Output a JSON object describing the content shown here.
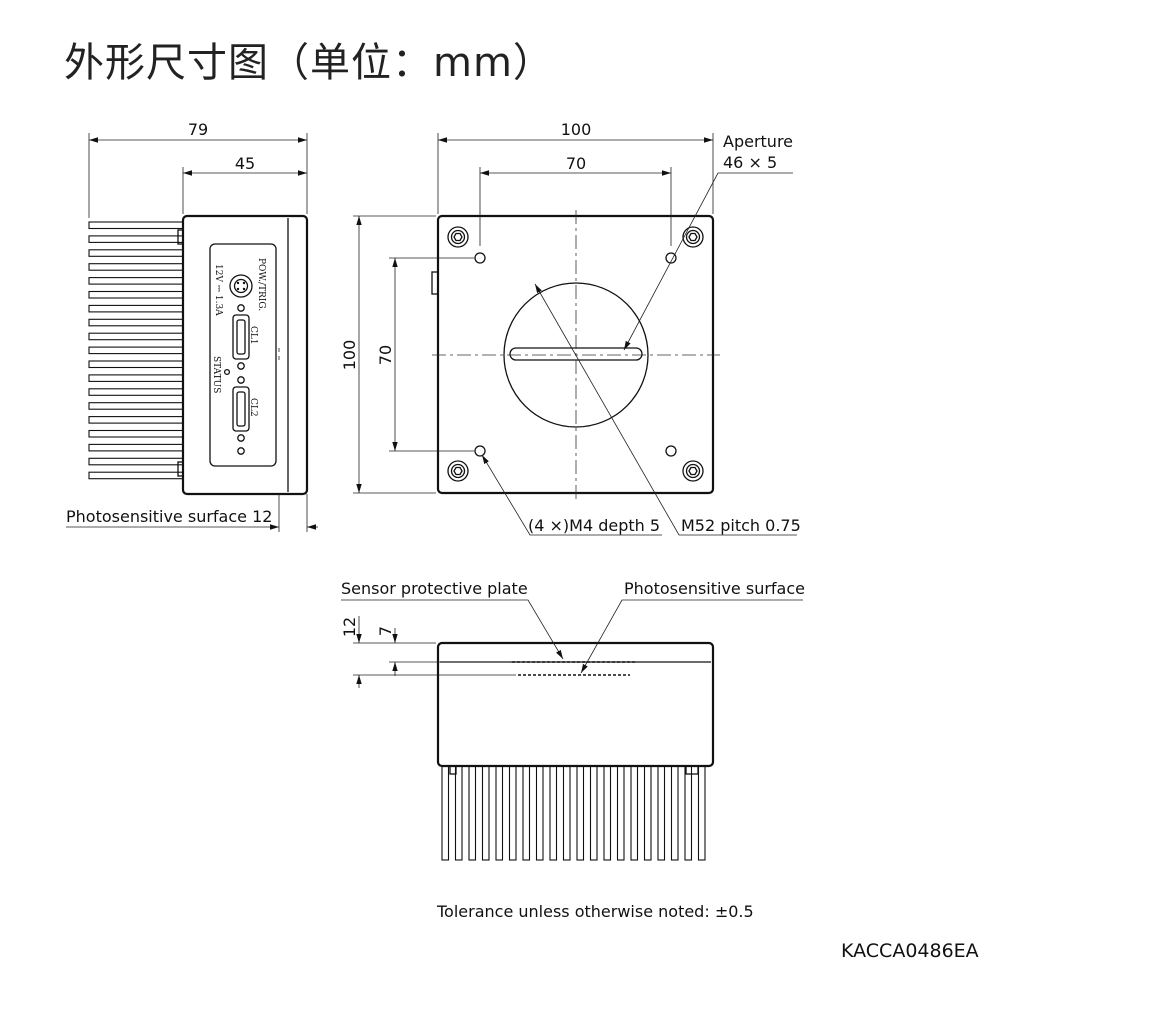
{
  "title": "外形尺寸图（单位：mm）",
  "side_view": {
    "dim_overall_depth": "79",
    "dim_body_depth": "45",
    "panel_labels": {
      "pow_trig": "POW./TRIG.",
      "power_rating": "12V ⎓ 1.3A",
      "cl1": "CL1",
      "status": "STATUS",
      "cl2": "CL2"
    },
    "photosensitive_note": "Photosensitive surface 12"
  },
  "front_view": {
    "dim_width": "100",
    "dim_hole_pitch_h": "70",
    "dim_height": "100",
    "dim_hole_pitch_v": "70",
    "aperture_label": "Aperture",
    "aperture_size": "46 × 5",
    "hole_note": "(4 ×)M4 depth 5",
    "mount_note": "M52 pitch 0.75"
  },
  "bottom_view": {
    "sensor_plate_label": "Sensor protective plate",
    "photosensitive_label": "Photosensitive surface",
    "dim_surface": "12",
    "dim_plate": "7"
  },
  "tolerance_note": "Tolerance unless otherwise noted: ±0.5",
  "drawing_code": "KACCA0486EA"
}
